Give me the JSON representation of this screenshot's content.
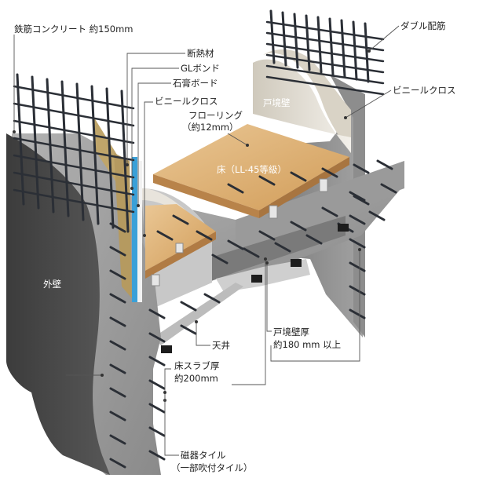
{
  "labels": {
    "concrete": "鉄筋コンクリート 約150mm",
    "insulation": "断熱材",
    "gl_bond": "GLボンド",
    "gypsum": "石膏ボード",
    "vinyl_left": "ビニールクロス",
    "flooring_1": "フローリング",
    "flooring_2": "（約12mm）",
    "floor": "床（LL-45等級）",
    "double_rebar": "ダブル配筋",
    "partition": "戸境壁",
    "vinyl_right": "ビニールクロス",
    "exterior": "外壁",
    "ceiling": "天井",
    "slab_1": "床スラブ厚",
    "slab_2": "約200mm",
    "partition_thick_1": "戸境壁厚",
    "partition_thick_2": "約180 mm 以上",
    "tile_1": "磁器タイル",
    "tile_2": "（一部吹付タイル）"
  },
  "colors": {
    "concrete": "#9b9b9b",
    "concrete_dark": "#5f5f5f",
    "exterior_wall": "#4a4a4a",
    "rebar": "#2b2f36",
    "wood": "#d9a866",
    "wood_light": "#e8c28e",
    "insulation": "#bfa56a",
    "gl_bond": "#3aa0d8",
    "cloth": "#ebe7de"
  }
}
